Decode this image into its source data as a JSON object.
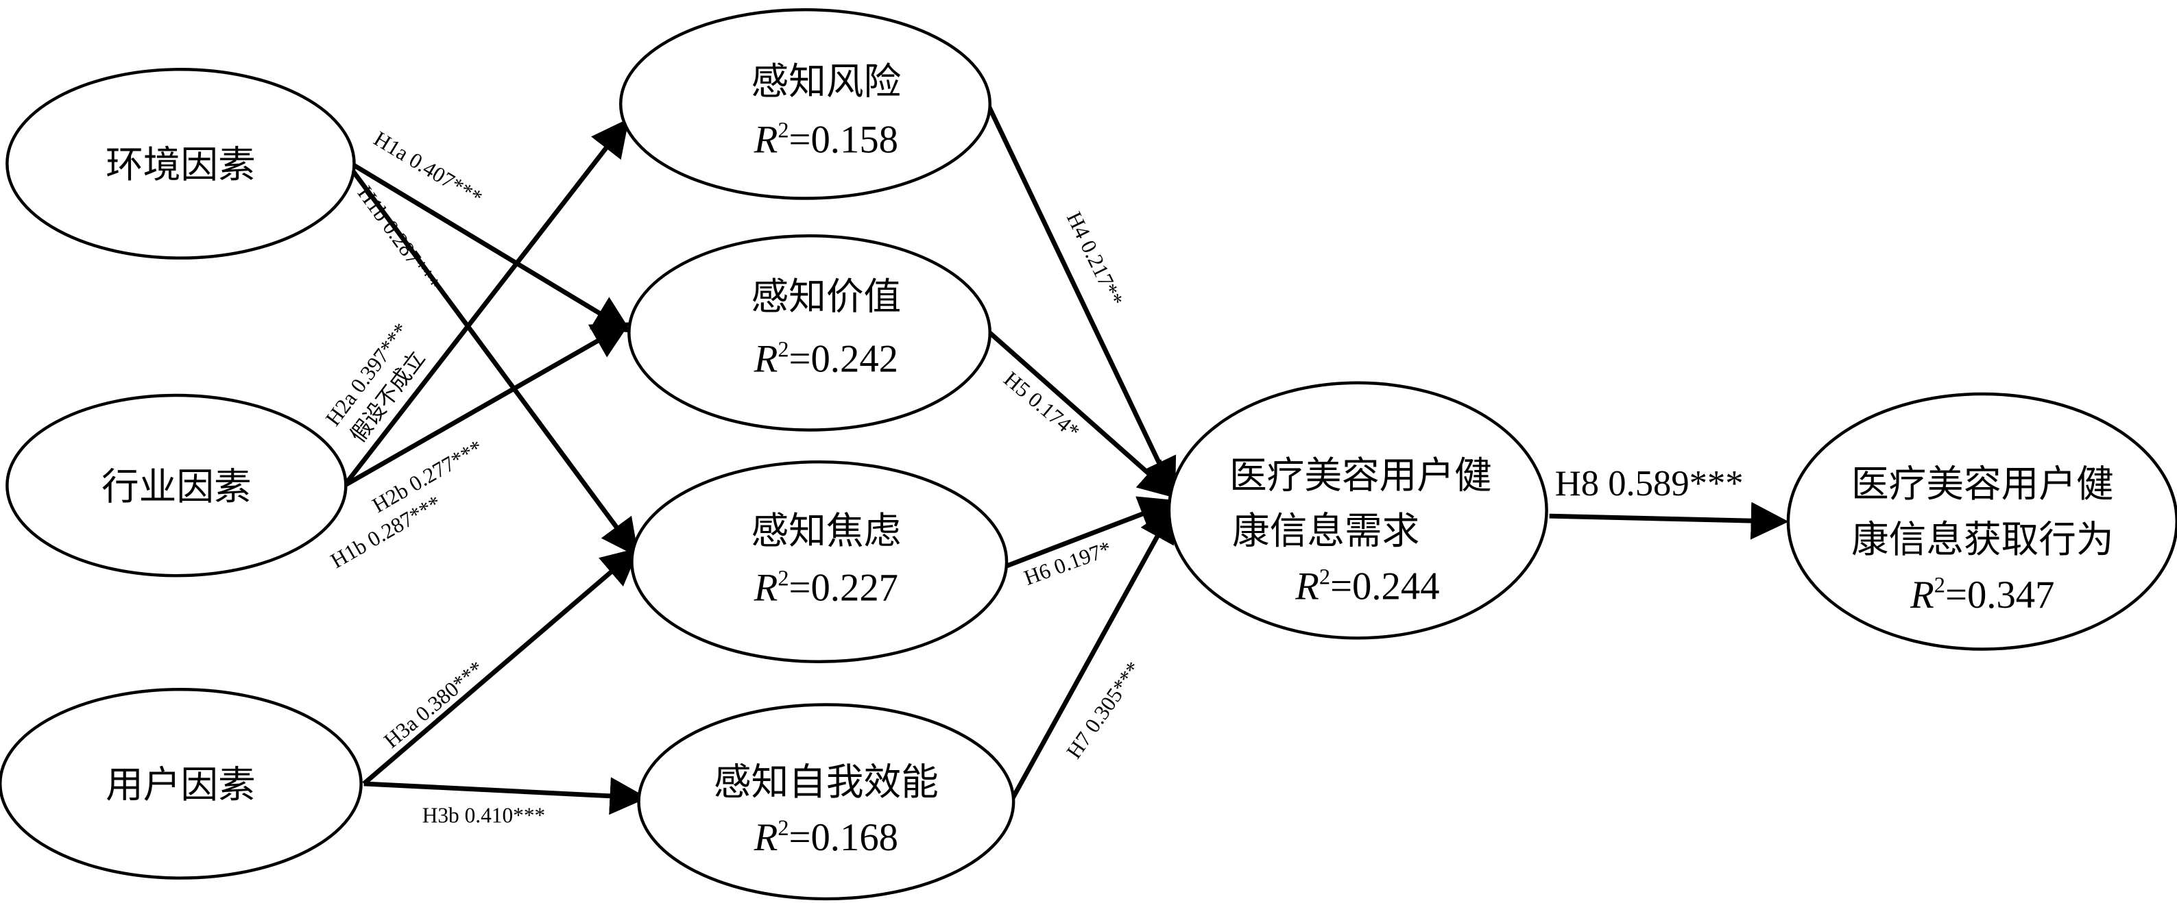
{
  "nodes": {
    "env": {
      "label": "环境因素"
    },
    "industry": {
      "label": "行业因素"
    },
    "user": {
      "label": "用户因素"
    },
    "risk": {
      "label": "感知风险",
      "r2_symbol": "R",
      "r2_value": "=0.158"
    },
    "value": {
      "label": "感知价值",
      "r2_symbol": "R",
      "r2_value": "=0.242"
    },
    "anxiety": {
      "label": "感知焦虑",
      "r2_symbol": "R",
      "r2_value": "=0.227"
    },
    "efficacy": {
      "label": "感知自我效能",
      "r2_symbol": "R",
      "r2_value": "=0.168"
    },
    "need": {
      "label_line1": "医疗美容用户健",
      "label_line2": "康信息需求",
      "r2_symbol": "R",
      "r2_value": "=0.244"
    },
    "behavior": {
      "label_line1": "医疗美容用户健",
      "label_line2": "康信息获取行为",
      "r2_symbol": "R",
      "r2_value": "=0.347"
    }
  },
  "superscript": "2",
  "edges": {
    "h1a": "H1a 0.407***",
    "h1b": "H1b 0.287***",
    "h1b_dup": "H1b 0.287***",
    "h2a": "H2a 0.397***",
    "h2a_note": "假设不成立",
    "h2b": "H2b 0.277***",
    "h3a": "H3a 0.380***",
    "h3b": "H3b 0.410***",
    "h4": "H4 0.217**",
    "h5": "H5 0.174*",
    "h6": "H6 0.197*",
    "h7": "H7 0.305***",
    "h8": "H8 0.589***"
  }
}
